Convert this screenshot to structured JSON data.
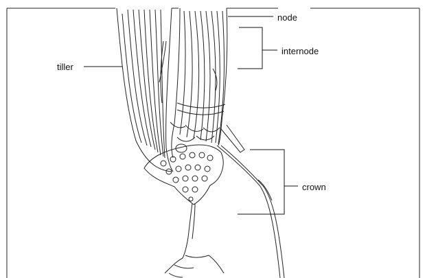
{
  "labels": {
    "node": "node",
    "internode": "internode",
    "tiller": "tiller",
    "crown": "crown"
  },
  "colors": {
    "ink": "#111111",
    "background": "#ffffff"
  }
}
